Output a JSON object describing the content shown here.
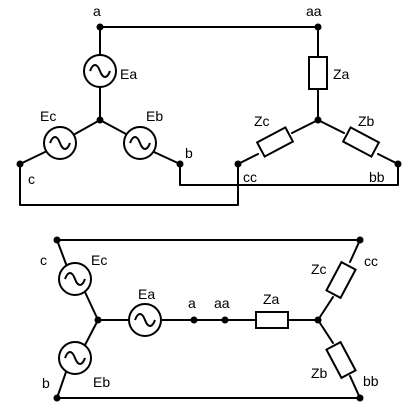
{
  "top": {
    "terminals": {
      "a": "a",
      "b": "b",
      "c": "c",
      "aa": "aa",
      "bb": "bb",
      "cc": "cc"
    },
    "sources": {
      "ea": "Ea",
      "eb": "Eb",
      "ec": "Ec"
    },
    "impedances": {
      "za": "Za",
      "zb": "Zb",
      "zc": "Zc"
    }
  },
  "bottom": {
    "terminals": {
      "a": "a",
      "b": "b",
      "c": "c",
      "aa": "aa",
      "bb": "bb",
      "cc": "cc"
    },
    "sources": {
      "ea": "Ea",
      "eb": "Eb",
      "ec": "Ec"
    },
    "impedances": {
      "za": "Za",
      "zb": "Zb",
      "zc": "Zc"
    }
  },
  "colors": {
    "line": "#000000",
    "background": "#ffffff"
  }
}
